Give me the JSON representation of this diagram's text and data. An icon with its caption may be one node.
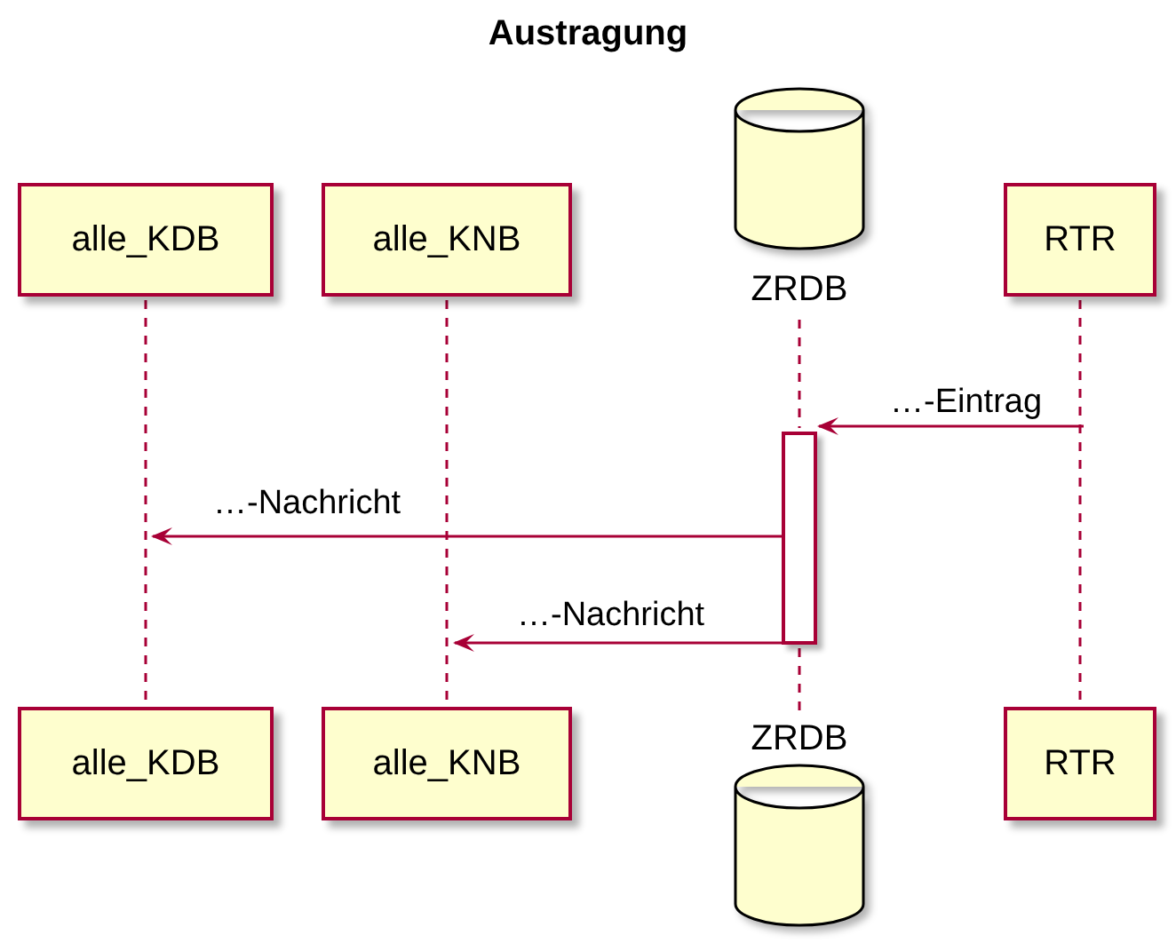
{
  "diagram": {
    "title": "Austragung",
    "nodes": [
      {
        "text": [
          "alle_KDB"
        ]
      },
      {
        "text": [
          "alle_KNB"
        ]
      },
      {
        "text": [
          "ZRDB"
        ]
      },
      {
        "text": [
          "RTR"
        ]
      },
      {
        "text": [
          "alle_KDB"
        ]
      },
      {
        "text": [
          "alle_KNB"
        ]
      },
      {
        "text": [
          "ZRDB"
        ]
      },
      {
        "text": [
          "RTR"
        ]
      },
      {
        "text": [],
        "shape": "bar"
      }
    ],
    "edges": [
      {
        "from": 0,
        "to": 4,
        "arrow": "none",
        "style": "dashed"
      },
      {
        "from": 1,
        "to": 5,
        "arrow": "none",
        "style": "dashed"
      },
      {
        "from": 2,
        "to": 8,
        "arrow": "none",
        "style": "dashed"
      },
      {
        "from": 8,
        "to": 6,
        "arrow": "none",
        "style": "dashed"
      },
      {
        "from": 3,
        "to": 7,
        "arrow": "none",
        "style": "dashed"
      },
      {
        "from": null,
        "to": 8,
        "arrow": "to",
        "label": "…-Eintrag"
      },
      {
        "from": 8,
        "to": null,
        "arrow": "to",
        "label": "…-Nachricht"
      },
      {
        "from": 8,
        "to": null,
        "arrow": "to",
        "label": "…-Nachricht"
      }
    ]
  }
}
